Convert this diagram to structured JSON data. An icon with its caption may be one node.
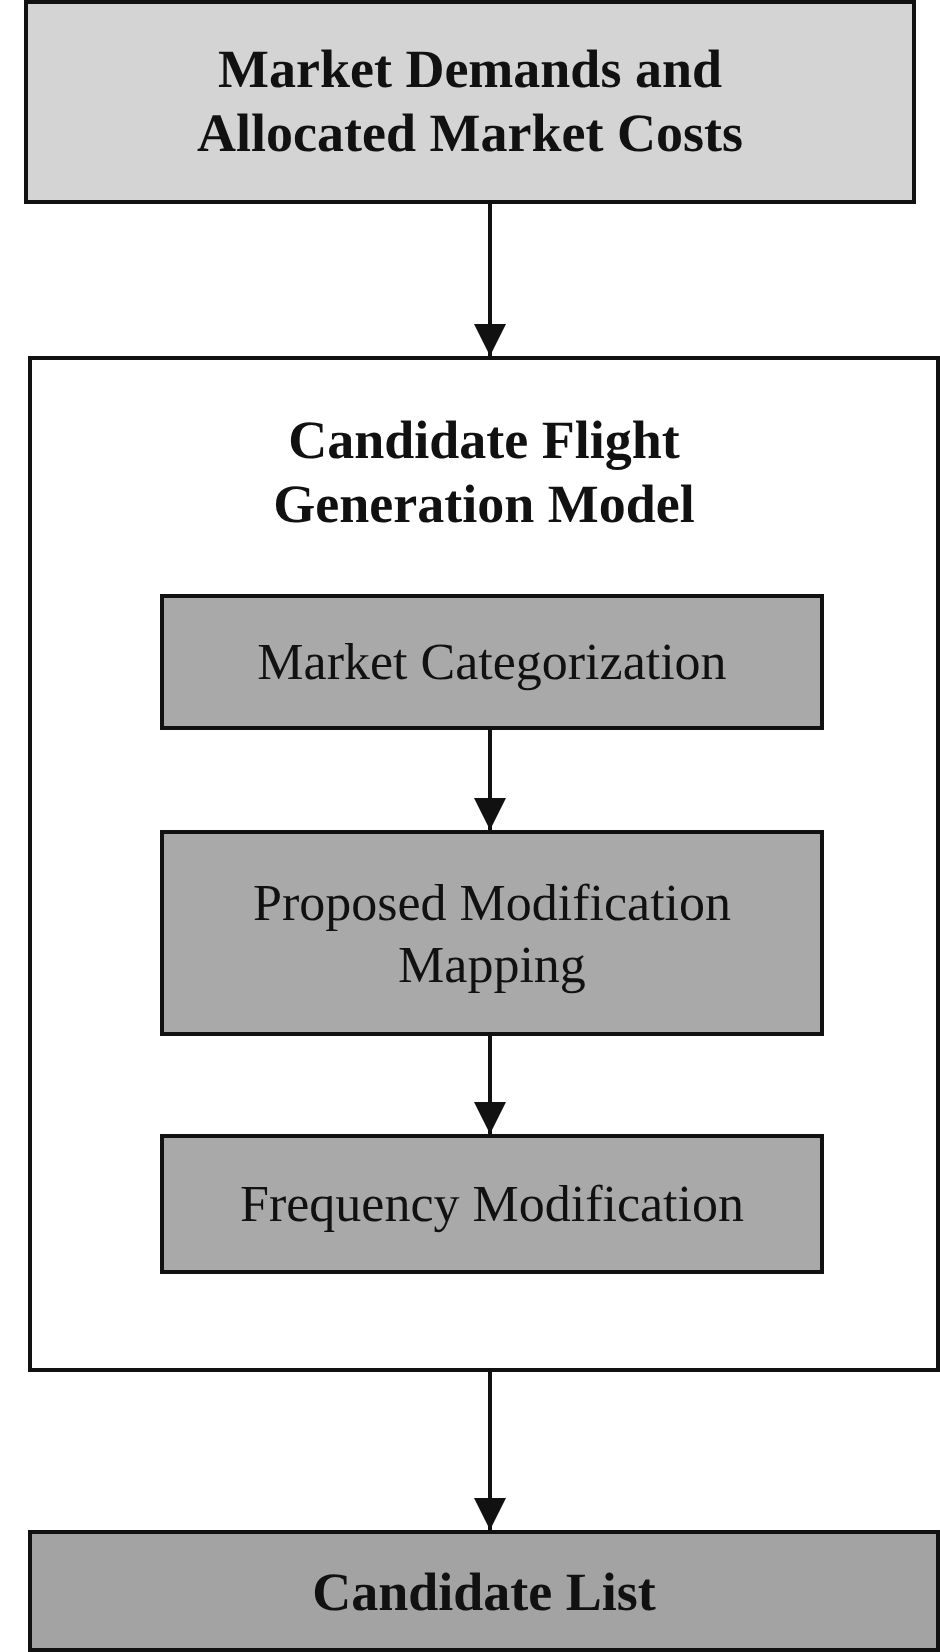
{
  "diagram": {
    "nodes": [
      {
        "text": [
          "Market Demands and Allocated Market Costs"
        ]
      },
      {
        "text": [
          "Candidate Flight Generation Model"
        ]
      },
      {
        "text": [
          "Market Categorization"
        ],
        "in": 1
      },
      {
        "text": [
          "Proposed Modification Mapping"
        ],
        "in": 1
      },
      {
        "text": [
          "Frequency Modification"
        ],
        "in": 1
      },
      {
        "text": [
          "Candidate List"
        ]
      }
    ],
    "edges": [
      {
        "from": 0,
        "to": 1,
        "arrow": "to"
      },
      {
        "from": 2,
        "to": 3,
        "arrow": "to"
      },
      {
        "from": 3,
        "to": 4,
        "arrow": "to"
      },
      {
        "from": 1,
        "to": 5,
        "arrow": "to"
      }
    ]
  }
}
